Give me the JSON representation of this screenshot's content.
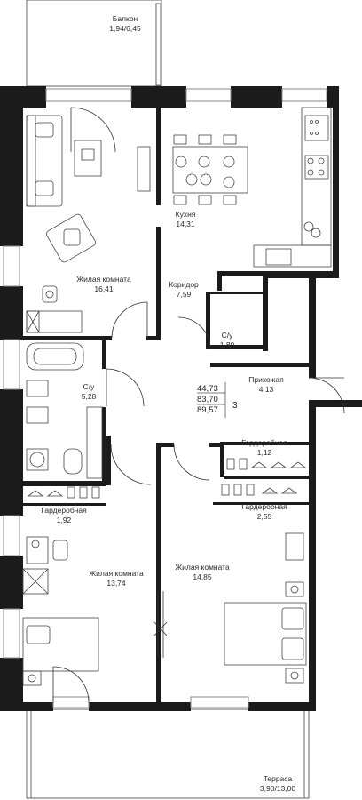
{
  "rooms": {
    "balcony": {
      "name": "Балкон",
      "area": "1,94/6,45"
    },
    "living1": {
      "name": "Жилая комната",
      "area": "16,41"
    },
    "kitchen": {
      "name": "Кухня",
      "area": "14,31"
    },
    "corridor": {
      "name": "Коридор",
      "area": "7,59"
    },
    "wc1": {
      "name": "С/у",
      "area": "1,80"
    },
    "hall": {
      "name": "Прихожая",
      "area": "4,13"
    },
    "bath": {
      "name": "С/у",
      "area": "5,28"
    },
    "wardrobe1": {
      "name": "Гардеробная",
      "area": "1,12"
    },
    "wardrobe2": {
      "name": "Гардеробная",
      "area": "1,92"
    },
    "wardrobe3": {
      "name": "Гардеробная",
      "area": "2,55"
    },
    "living2": {
      "name": "Жилая комната",
      "area": "13,74"
    },
    "living3": {
      "name": "Жилая комната",
      "area": "14,85"
    },
    "terrace": {
      "name": "Терраса",
      "area": "3,90/13,00"
    }
  },
  "summary": {
    "living_area": "44,73",
    "total_area": "83,70",
    "total_with_outdoor": "89,57",
    "rooms_count": "3"
  },
  "colors": {
    "wall": "#1b1b1b",
    "line": "#333333",
    "window": "#9a9a9a"
  }
}
